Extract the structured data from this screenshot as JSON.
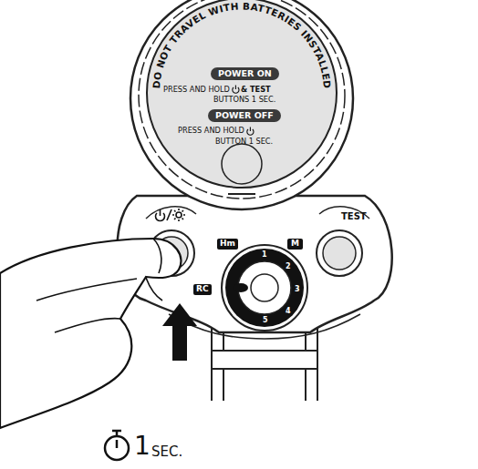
{
  "diagram": {
    "nodes": [
      {
        "text": [
          "POWER ON"
        ]
      },
      {
        "text": [
          "POWER OFF"
        ]
      },
      {
        "text": [
          "Hm"
        ]
      },
      {
        "text": [
          "M"
        ]
      },
      {
        "text": [
          "RC"
        ]
      }
    ],
    "labels": [
      "DO NOT TRAVEL WITH BATTERIES INSTALLED",
      "PRESS AND HOLD",
      "& TEST",
      "BUTTONS 1 SEC.",
      "PRESS AND HOLD",
      "BUTTON 1 SEC.",
      "TEST",
      "1",
      "2",
      "3",
      "4",
      "5",
      "1",
      "SEC."
    ]
  }
}
